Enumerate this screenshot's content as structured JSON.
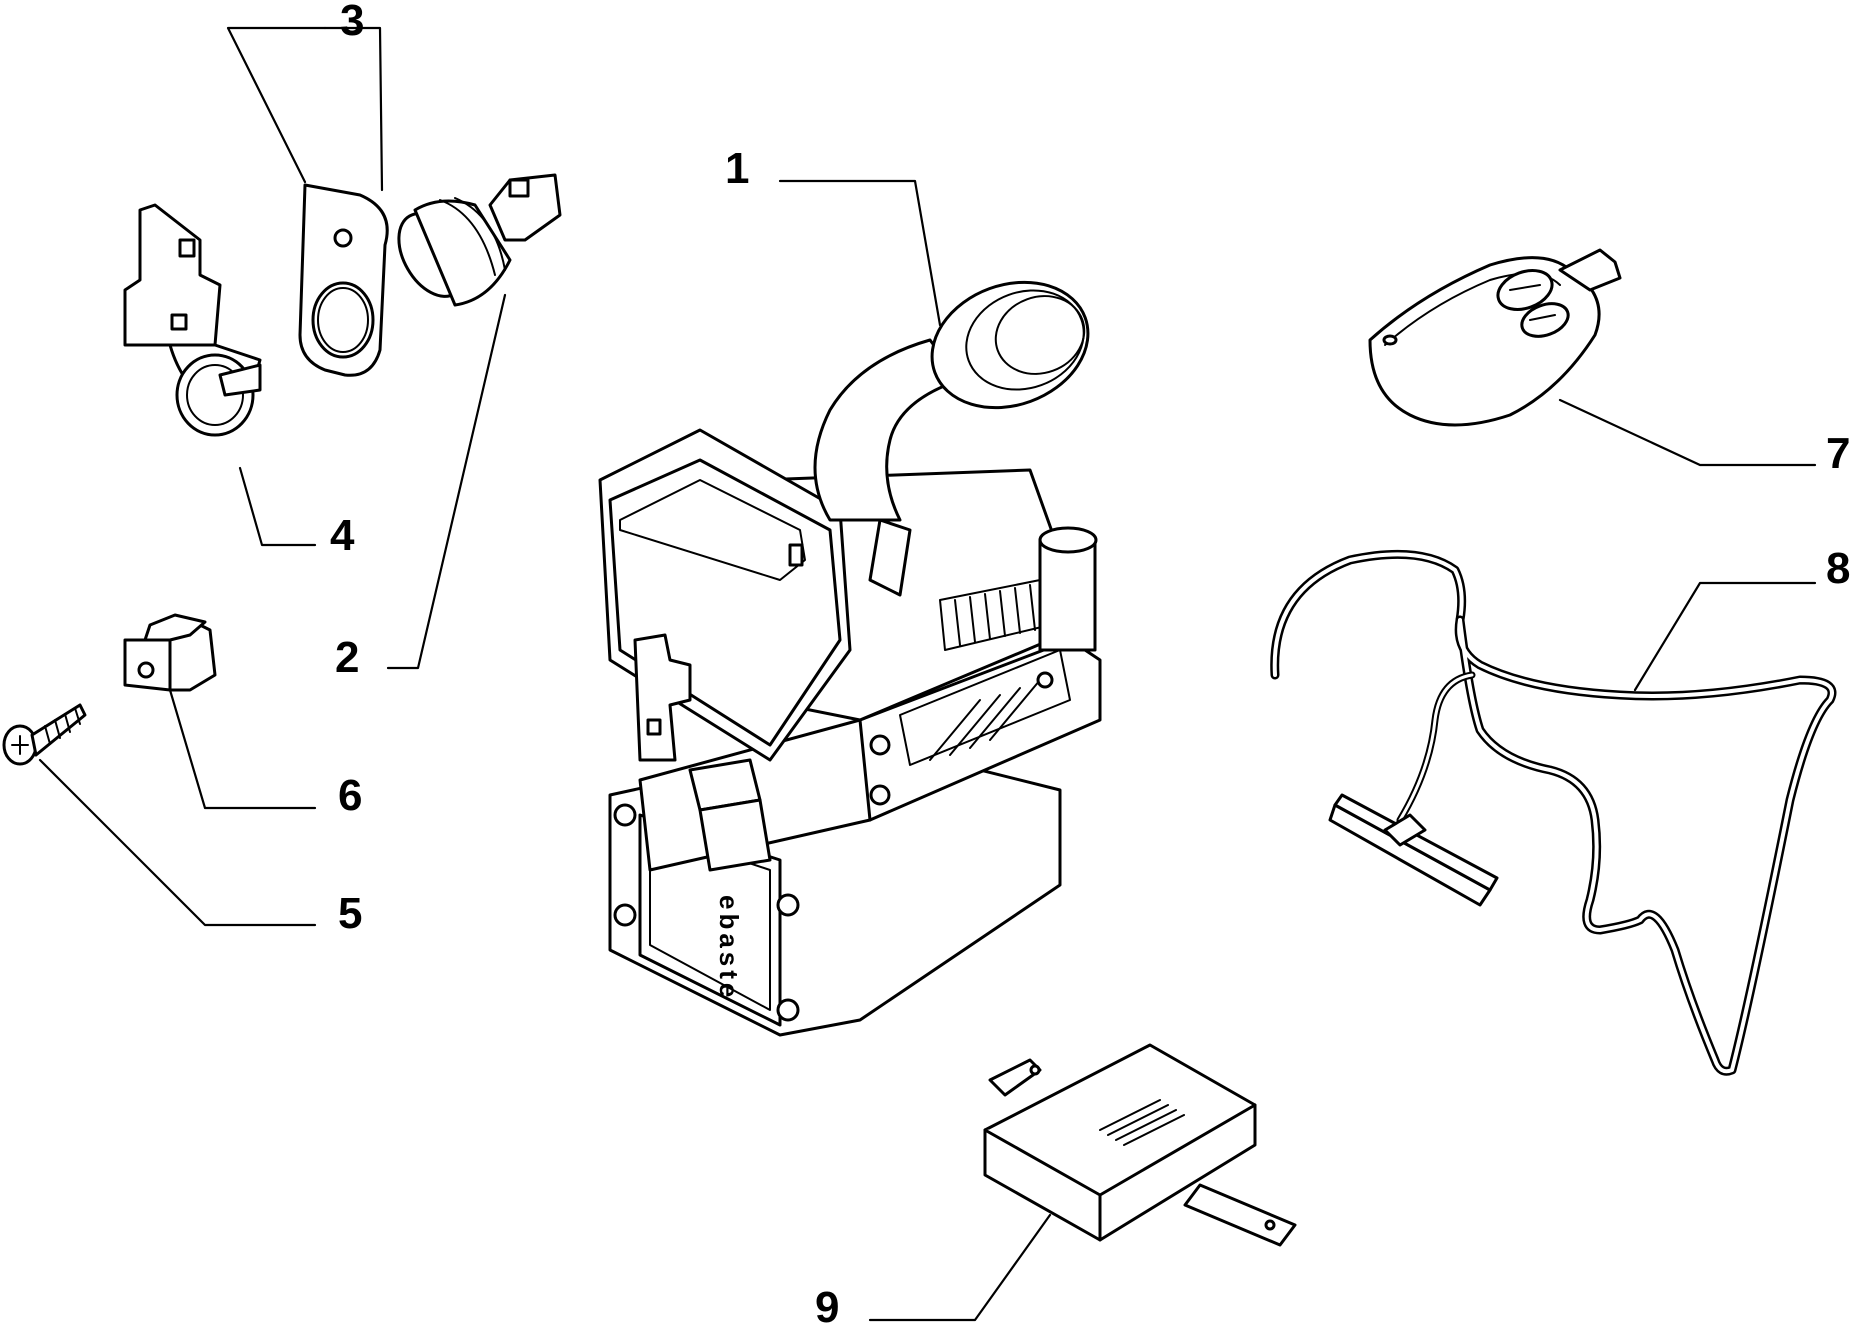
{
  "callouts": {
    "c1": "1",
    "c2": "2",
    "c3": "3",
    "c4": "4",
    "c5": "5",
    "c6": "6",
    "c7": "7",
    "c8": "8",
    "c9": "9"
  },
  "heater_brand_label": "ebaste",
  "colors": {
    "line": "#000000",
    "background": "#ffffff"
  }
}
